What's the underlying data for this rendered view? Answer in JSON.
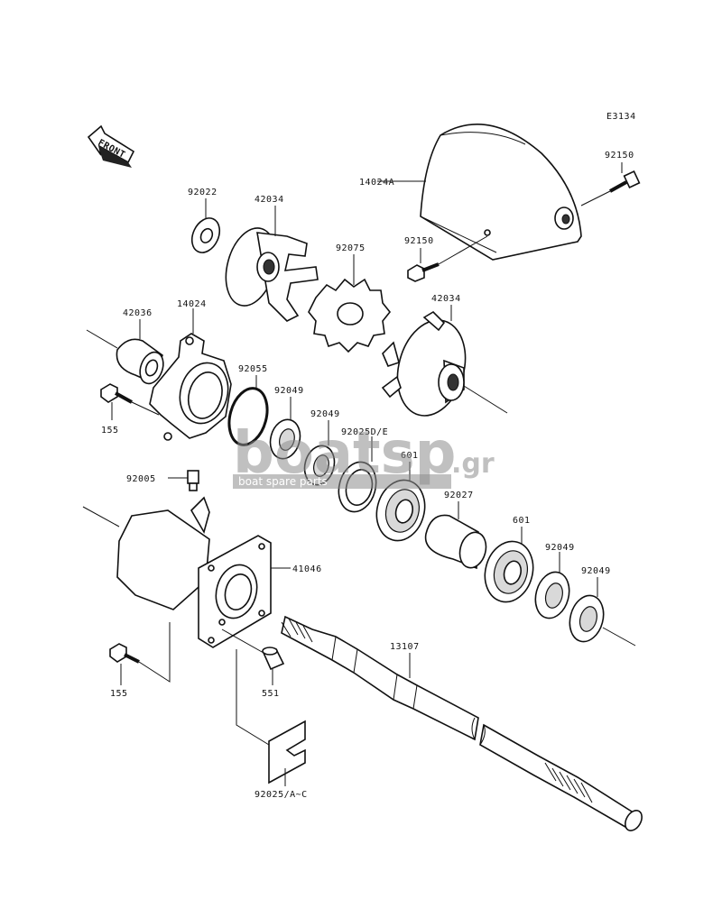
{
  "diagram_code": "E3134",
  "front_label": "FRONT",
  "watermark": {
    "main": "boatsp",
    "suffix": ".gr",
    "tagline": "boat spare parts"
  },
  "parts": [
    "14024A",
    "92150",
    "92150",
    "92022",
    "42034",
    "92075",
    "42034",
    "42036",
    "14024",
    "92055",
    "92049",
    "92049",
    "155",
    "92025D/E",
    "601",
    "92005",
    "92027",
    "601",
    "92049",
    "92049",
    "41046",
    "13107",
    "155",
    "551",
    "92025/A~C"
  ]
}
